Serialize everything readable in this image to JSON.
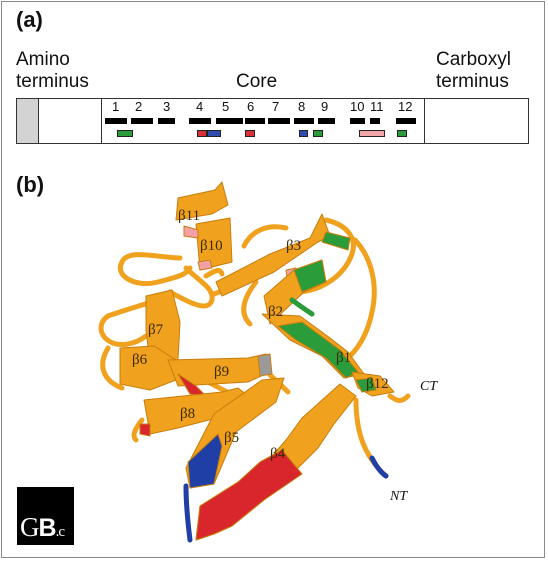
{
  "panel_a": {
    "label": "(a)",
    "amino_label_1": "Amino",
    "amino_label_2": "terminus",
    "core_label": "Core",
    "carboxyl_label_1": "Carboxyl",
    "carboxyl_label_2": "terminus",
    "strand_numbers": [
      "1",
      "2",
      "3",
      "4",
      "5",
      "6",
      "7",
      "8",
      "9",
      "10",
      "11",
      "12"
    ],
    "colors": {
      "green": "#2a9d3a",
      "red": "#d9303a",
      "blue": "#2f4db0",
      "pink": "#f0a6a6",
      "amino_fill": "#d3d3d3"
    }
  },
  "panel_b": {
    "label": "(b)",
    "strand_labels": [
      "β1",
      "β2",
      "β3",
      "β4",
      "β5",
      "β6",
      "β7",
      "β8",
      "β9",
      "β10",
      "β11",
      "β12"
    ],
    "terminus_labels": {
      "ct": "CT",
      "nt": "NT"
    },
    "colors": {
      "ribbon": "#f0a11e",
      "ribbon_edge": "#c97d0c",
      "green": "#2a9d3a",
      "red": "#d9262c",
      "blue": "#1f3fa6",
      "pink": "#f2a1a7",
      "grey": "#9a9a9a"
    }
  },
  "logo": {
    "text_1": "G",
    "text_2": "B",
    "text_3": ".c"
  }
}
